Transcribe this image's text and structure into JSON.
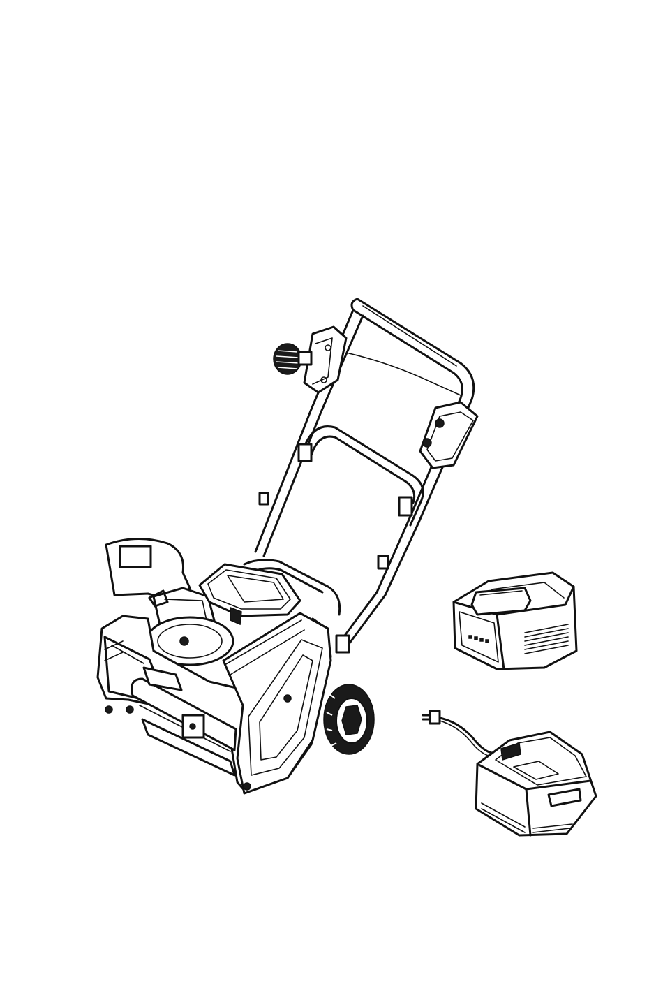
{
  "figure": {
    "components": [
      {
        "id": "snow-blower",
        "label": ""
      },
      {
        "id": "battery-pack",
        "label": ""
      },
      {
        "id": "battery-charger",
        "label": ""
      }
    ],
    "colors": {
      "line": "#111111",
      "background": "#ffffff"
    }
  }
}
